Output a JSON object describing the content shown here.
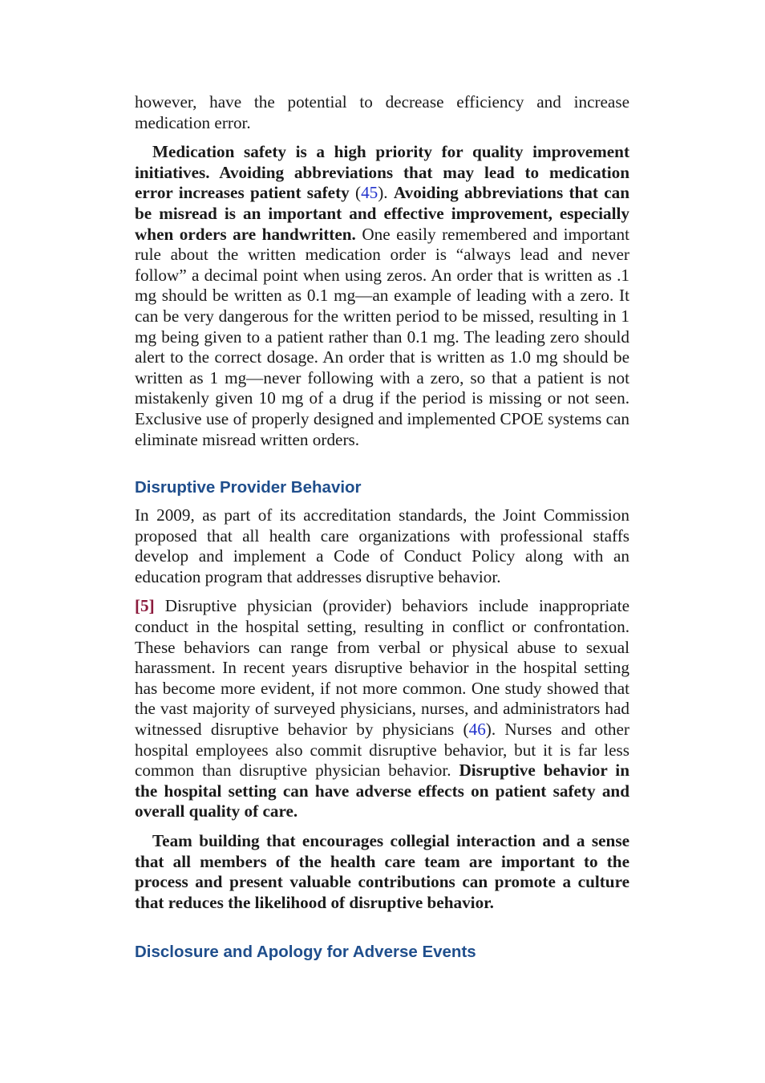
{
  "intro": {
    "text": "however, have the potential to decrease efficiency and increase medication error."
  },
  "medication": {
    "bold_1": "Medication safety is a high priority for quality improvement initiatives. Avoiding abbreviations that may lead to medication error increases patient safety",
    "open_paren": " (",
    "cite_1": "45",
    "close_paren": "). ",
    "bold_2": "Avoiding abbreviations that can be misread is an important and effective improvement, especially when orders are handwritten.",
    "body": " One easily remembered and important rule about the written medication order is “always lead and never follow” a decimal point when using zeros. An order that is written as .1 mg should be written as 0.1 mg—an example of leading with a zero. It can be very dangerous for the written period to be missed, resulting in 1 mg being given to a patient rather than 0.1 mg. The leading zero should alert to the correct dosage. An order that is written as 1.0 mg should be written as 1 mg—never following with a zero, so that a patient is not mistakenly given 10 mg of a drug if the period is missing or not seen. Exclusive use of properly designed and implemented CPOE systems can eliminate misread written orders."
  },
  "section_disruptive": {
    "heading": "Disruptive Provider Behavior",
    "para1": "In 2009, as part of its accreditation standards, the Joint Commission proposed that all health care organizations with professional staffs develop and implement a Code of Conduct Policy along with an education program that addresses disruptive behavior.",
    "para2_marker": "[5]",
    "para2_text_1": " Disruptive physician (provider) behaviors include inappropriate conduct in the hospital setting, resulting in conflict or confrontation. These behaviors can range from verbal or physical abuse to sexual harassment. In recent years disruptive behavior in the hospital setting has become more evident, if not more common. One study showed that the vast majority of surveyed physicians, nurses, and administrators had witnessed disruptive behavior by physicians (",
    "para2_cite": "46",
    "para2_text_2": "). Nurses and other hospital employees also commit disruptive behavior, but it is far less common than disruptive physician behavior. ",
    "para2_bold": "Disruptive behavior in the hospital setting can have adverse effects on patient safety and overall quality of care.",
    "para3_bold": "Team building that encourages collegial interaction and a sense that all members of the health care team are important to the process and present valuable contributions can promote a culture that reduces the likelihood of disruptive behavior."
  },
  "section_disclosure": {
    "heading": "Disclosure and Apology for Adverse Events"
  }
}
